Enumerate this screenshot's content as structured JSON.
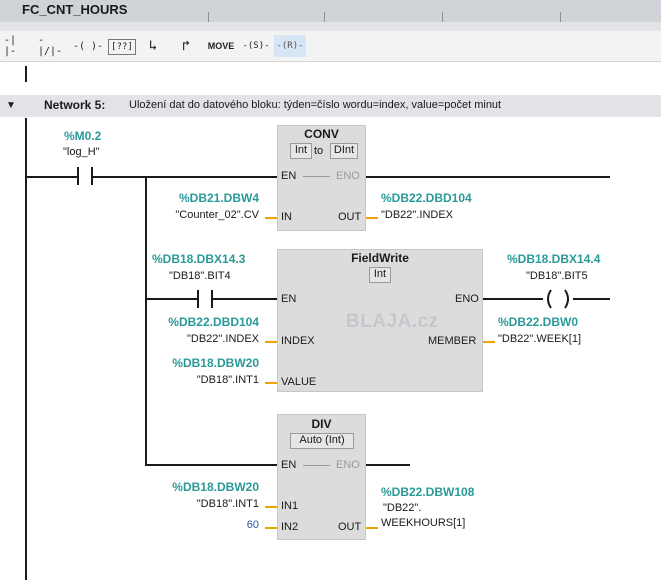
{
  "window": {
    "title": "FC_CNT_HOURS"
  },
  "toolbar": {
    "items": [
      {
        "id": "no-contact",
        "glyph": "-| |-"
      },
      {
        "id": "nc-contact",
        "glyph": "-|/|-"
      },
      {
        "id": "coil",
        "glyph": "-( )-"
      },
      {
        "id": "empty-box",
        "glyph": "[??]"
      },
      {
        "id": "open-branch",
        "glyph": "↳"
      },
      {
        "id": "close-branch",
        "glyph": "↱"
      },
      {
        "id": "move",
        "glyph": "MOVE"
      },
      {
        "id": "set-coil",
        "glyph": "-(S)-"
      },
      {
        "id": "reset-coil",
        "glyph": "-(R)-"
      }
    ]
  },
  "network": {
    "number": "Network 5:",
    "comment": "Uložení dat do datového bloku:  týden=číslo wordu=index, value=počet minut"
  },
  "contact1": {
    "address": "%M0.2",
    "symbol": "\"log_H\""
  },
  "conv": {
    "title": "CONV",
    "from_type": "Int",
    "to_label": "to",
    "to_type": "DInt",
    "en": "EN",
    "eno": "ENO",
    "in_pin": "IN",
    "out_pin": "OUT",
    "in_address": "%DB21.DBW4",
    "in_symbol": "\"Counter_02\".CV",
    "out_address": "%DB22.DBD104",
    "out_symbol": "\"DB22\".INDEX"
  },
  "contact2": {
    "address": "%DB18.DBX14.3",
    "symbol": "\"DB18\".BIT4"
  },
  "fieldwrite": {
    "title": "FieldWrite",
    "type": "Int",
    "en": "EN",
    "eno": "ENO",
    "index_pin": "INDEX",
    "value_pin": "VALUE",
    "member_pin": "MEMBER",
    "index_address": "%DB22.DBD104",
    "index_symbol": "\"DB22\".INDEX",
    "value_address": "%DB18.DBW20",
    "value_symbol": "\"DB18\".INT1",
    "member_address": "%DB22.DBW0",
    "member_symbol": "\"DB22\".WEEK[1]"
  },
  "coil1": {
    "address": "%DB18.DBX14.4",
    "symbol": "\"DB18\".BIT5"
  },
  "div": {
    "title": "DIV",
    "type": "Auto (Int)",
    "en": "EN",
    "eno": "ENO",
    "in1_pin": "IN1",
    "in2_pin": "IN2",
    "out_pin": "OUT",
    "in1_address": "%DB18.DBW20",
    "in1_symbol": "\"DB18\".INT1",
    "in2_value": "60",
    "out_address": "%DB22.DBW108",
    "out_symbol_line1": "\"DB22\".",
    "out_symbol_line2": "WEEKHOURS[1]"
  },
  "watermark": "BLAJA.cz",
  "colors": {
    "address": "#2a9a99",
    "wire_stub": "#f0a000",
    "box_fill": "#dcdcdc",
    "constant": "#2a55a6"
  }
}
